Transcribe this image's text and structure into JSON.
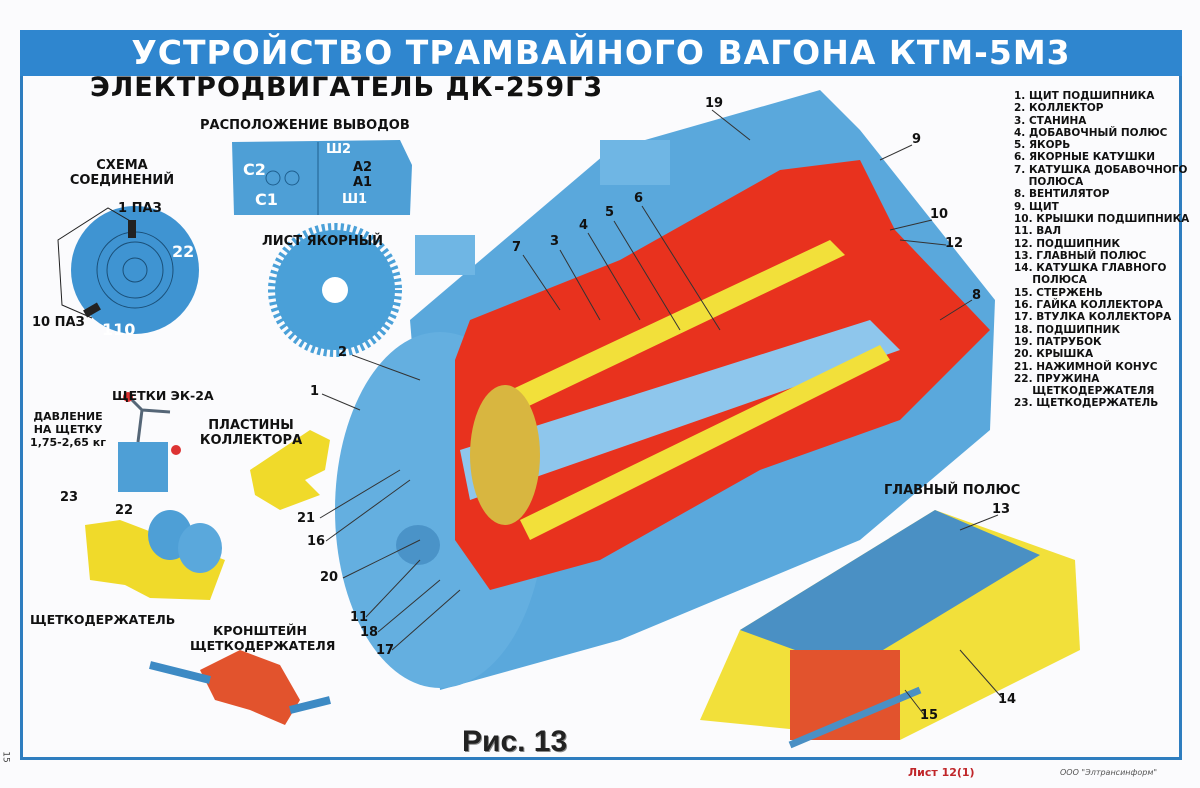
{
  "title": "УСТРОЙСТВО ТРАМВАЙНОГО ВАГОНА КТМ-5М3",
  "subtitle": "ЭЛЕКТРОДВИГАТЕЛЬ ДК-259Г3",
  "insets": {
    "terminals": {
      "title": "РАСПОЛОЖЕНИЕ ВЫВОДОВ",
      "labels": [
        "С2",
        "С1",
        "Ш2",
        "А2",
        "А1",
        "Ш1"
      ]
    },
    "scheme": {
      "title_line1": "СХЕМА",
      "title_line2": "СОЕДИНЕНИЙ",
      "slot1": "1 ПАЗ",
      "slot10": "10 ПАЗ",
      "n22": "22",
      "n110": "110"
    },
    "lamination": {
      "title": "ЛИСТ ЯКОРНЫЙ"
    },
    "brushes": {
      "title": "ЩЕТКИ ЭК-2А",
      "pressure_line1": "ДАВЛЕНИЕ",
      "pressure_line2": "НА ЩЕТКУ",
      "pressure_line3": "1,75-2,65 кг"
    },
    "commutator_bars": {
      "title_line1": "ПЛАСТИНЫ",
      "title_line2": "КОЛЛЕКТОРА"
    },
    "brush_holder": {
      "title": "ЩЕТКОДЕРЖАТЕЛЬ"
    },
    "bracket": {
      "title_line1": "КРОНШТЕЙН",
      "title_line2": "ЩЕТКОДЕРЖАТЕЛЯ"
    },
    "main_pole": {
      "title": "ГЛАВНЫЙ ПОЛЮС"
    }
  },
  "callouts": [
    "1",
    "2",
    "3",
    "4",
    "5",
    "6",
    "7",
    "8",
    "9",
    "10",
    "11",
    "12",
    "13",
    "14",
    "15",
    "16",
    "17",
    "18",
    "19",
    "20",
    "21",
    "22",
    "23"
  ],
  "legend": [
    "1. ЩИТ ПОДШИПНИКА",
    "2. КОЛЛЕКТОР",
    "3. СТАНИНА",
    "4. ДОБАВОЧНЫЙ ПОЛЮС",
    "5. ЯКОРЬ",
    "6. ЯКОРНЫЕ КАТУШКИ",
    "7. КАТУШКА ДОБАВОЧНОГО\n    ПОЛЮСА",
    "8. ВЕНТИЛЯТОР",
    "9. ЩИТ",
    "10. КРЫШКИ ПОДШИПНИКА",
    "11. ВАЛ",
    "12. ПОДШИПНИК",
    "13. ГЛАВНЫЙ ПОЛЮС",
    "14. КАТУШКА ГЛАВНОГО\n     ПОЛЮСА",
    "15. СТЕРЖЕНЬ",
    "16. ГАЙКА КОЛЛЕКТОРА",
    "17. ВТУЛКА КОЛЛЕКТОРА",
    "18. ПОДШИПНИК",
    "19. ПАТРУБОК",
    "20. КРЫШКА",
    "21. НАЖИМНОЙ КОНУС",
    "22. ПРУЖИНА\n     ЩЕТКОДЕРЖАТЕЛЯ",
    "23. ЩЕТКОДЕРЖАТЕЛЬ"
  ],
  "figure_label": "Рис. 13",
  "sheet": "Лист 12(1)",
  "publisher": "ООО \"Элтрансинформ\"",
  "page_number": "15",
  "colors": {
    "frame": "#2e7dbf",
    "banner": "#2f86cf",
    "housing": "#5aa8dc",
    "cutaway": "#e8321e",
    "yellow": "#f2e03a",
    "copper": "#d9582a"
  }
}
